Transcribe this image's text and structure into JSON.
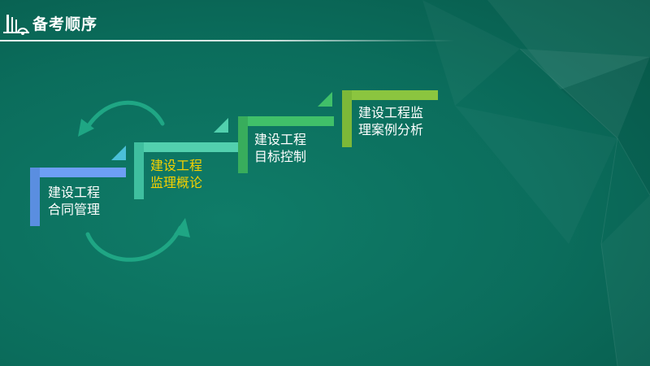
{
  "header": {
    "title": "备考顺序",
    "icon": "bridge-logo-icon"
  },
  "steps": [
    {
      "line1": "建设工程",
      "line2": "合同管理",
      "bar_color": "#6d9ff5",
      "text_color": "#ffffff"
    },
    {
      "line1": "建设工程",
      "line2": "监理概论",
      "bar_color": "#52d0ae",
      "text_color": "#f5d000"
    },
    {
      "line1": "建设工程",
      "line2": "目标控制",
      "bar_color": "#40c069",
      "text_color": "#ffffff"
    },
    {
      "line1": "建设工程监",
      "line2": "理案例分析",
      "bar_color": "#8bc53f",
      "text_color": "#ffffff"
    }
  ],
  "colors": {
    "background": "#0b6d5c",
    "cycle_arrows": "#1fa684"
  }
}
